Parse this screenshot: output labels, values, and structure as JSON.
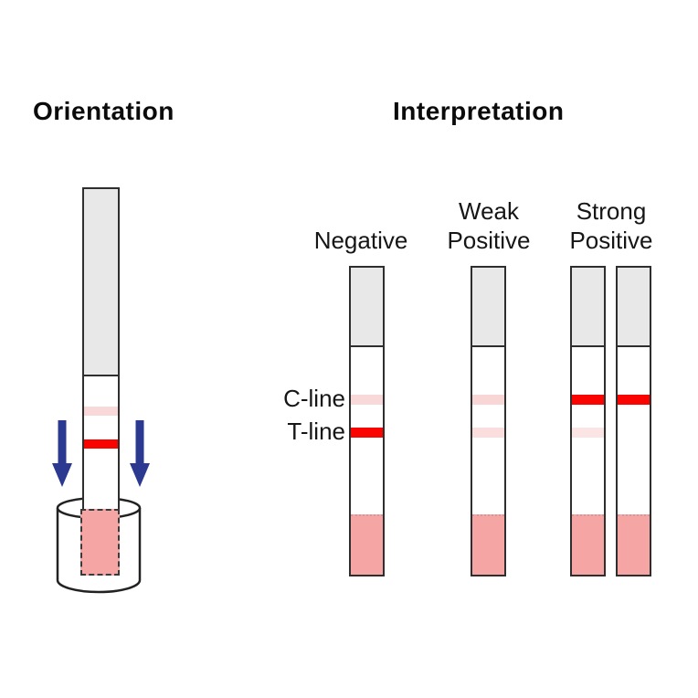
{
  "orientation": {
    "title": "Orientation",
    "strip": {
      "c_line_color": "#F8D8D8",
      "t_line_color": "#F90400"
    },
    "arrow_color": "#2B3990",
    "cup_stroke": "#222222"
  },
  "interpretation": {
    "title": "Interpretation",
    "row_labels": [
      "C-line",
      "T-line"
    ],
    "columns": [
      {
        "label": "Negative",
        "strips": [
          {
            "c_line_color": "#F8D8D8",
            "t_line_color": "#F90400"
          }
        ]
      },
      {
        "label": "Weak\nPositive",
        "strips": [
          {
            "c_line_color": "#F8D6D6",
            "t_line_color": "#FADEDE"
          }
        ]
      },
      {
        "label": "Strong\nPositive",
        "strips": [
          {
            "c_line_color": "#F90400",
            "t_line_color": "#FBE4E4"
          },
          {
            "c_line_color": "#F90400",
            "t_line_color": "transparent"
          }
        ]
      }
    ]
  },
  "colors": {
    "top_pad": "#E8E8E8",
    "membrane": "#FFFFFF",
    "sample_pad": "#F6A5A5",
    "strip_border": "#2E2E2E"
  }
}
